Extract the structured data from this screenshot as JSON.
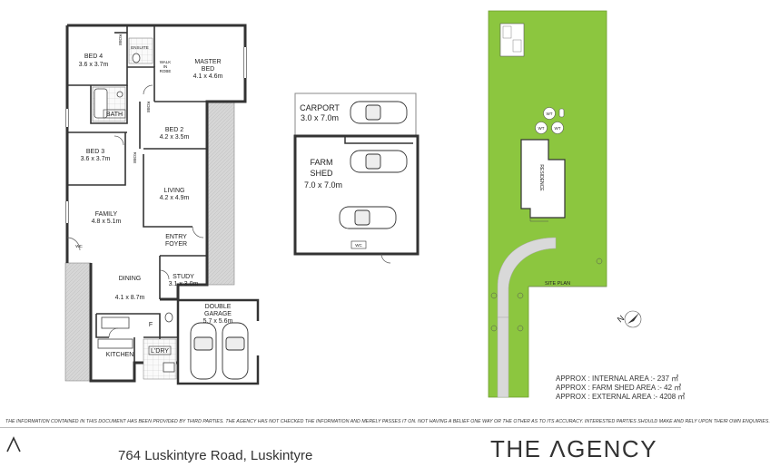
{
  "rooms": {
    "bed4": {
      "name": "BED 4",
      "size": "3.6 x 3.7m"
    },
    "master": {
      "name": "MASTER",
      "name2": "BED",
      "size": "4.1 x 4.6m"
    },
    "bath": "BATH",
    "ensuite": "ENSUITE",
    "walk_in_robe": [
      "WALK",
      "IN",
      "ROBE"
    ],
    "robe": "ROBE",
    "bed2": {
      "name": "BED 2",
      "size": "4.2 x 3.5m"
    },
    "bed3": {
      "name": "BED 3",
      "size": "3.6 x 3.7m"
    },
    "living": {
      "name": "LIVING",
      "size": "4.2 x 4.9m"
    },
    "family": {
      "name": "FAMILY",
      "size": "4.8 x 5.1m"
    },
    "entry": [
      "ENTRY",
      "FOYER"
    ],
    "wc": "WC",
    "dining": {
      "name": "DINING",
      "size": "4.1 x 8.7m"
    },
    "study": {
      "name": "STUDY",
      "size": "3.1 x 3.0m"
    },
    "garage": {
      "name": "DOUBLE",
      "name2": "GARAGE",
      "size": "5.7 x 5.6m"
    },
    "kitchen": "KITCHEN",
    "laundry": "L'DRY",
    "fridge": "F",
    "carport": {
      "name": "CARPORT",
      "size": "3.0 x 7.0m"
    },
    "farm_shed": {
      "name": "FARM",
      "name2": "SHED",
      "size": "7.0 x 7.0m"
    }
  },
  "site": {
    "residence": "RESIDENCE",
    "wt": "WT",
    "label": "SITE PLAN",
    "north": "N"
  },
  "areas": [
    "APPROX : INTERNAL AREA :- 237 ㎡",
    "APPROX : FARM SHED AREA :- 42 ㎡",
    "APPROX : EXTERNAL AREA :- 4208 ㎡"
  ],
  "disclaimer": "THE INFORMATION CONTAINED IN THIS DOCUMENT HAS BEEN PROVIDED BY THIRD PARTIES. THE AGENCY HAS NOT CHECKED THE INFORMATION AND MERELY PASSES IT ON. NOT HAVING A BELIEF ONE WAY OR THE OTHER AS TO ITS ACCURACY. INTERESTED PARTIES SHOULD MAKE AND RELY UPON THEIR OWN ENQUIRIES.",
  "address": "764 Luskintyre Road, Luskintyre",
  "brand": "THE ΛGENCY",
  "colors": {
    "lawn": "#8cc63f",
    "wall": "#333333",
    "paving": "#cfcfcf",
    "driveway": "#d9d9d9"
  }
}
